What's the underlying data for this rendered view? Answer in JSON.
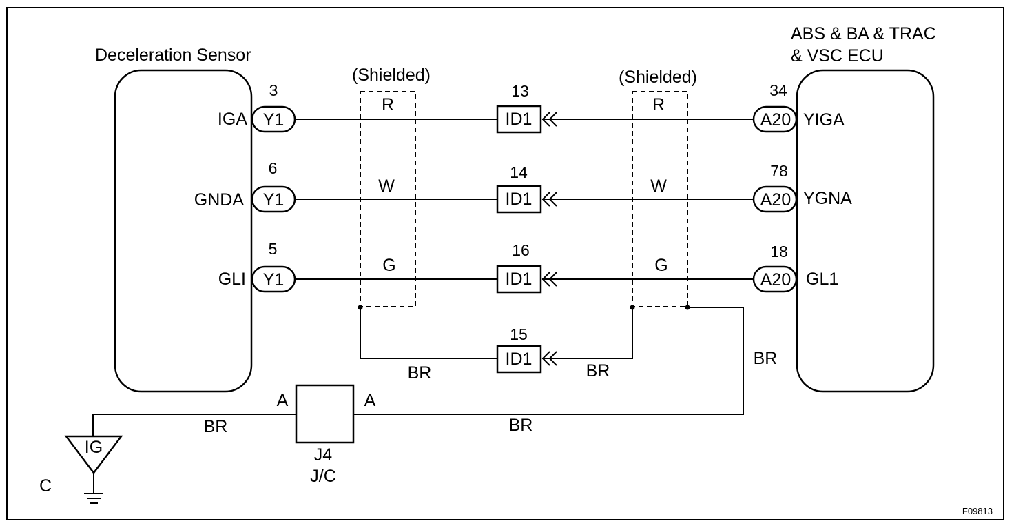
{
  "colors": {
    "line": "#000000",
    "background": "#ffffff"
  },
  "left_component": {
    "title": "Deceleration Sensor"
  },
  "right_component": {
    "title_line1": "ABS & BA & TRAC",
    "title_line2": "& VSC ECU"
  },
  "shield_label_left": "(Shielded)",
  "shield_label_right": "(Shielded)",
  "circuits": [
    {
      "left_terminal": "IGA",
      "left_pin": "3",
      "left_connector": "Y1",
      "wire_left": "R",
      "mid_pin": "13",
      "mid_connector": "ID1",
      "wire_right": "R",
      "right_pin": "34",
      "right_connector": "A20",
      "right_terminal": "YIGA"
    },
    {
      "left_terminal": "GNDA",
      "left_pin": "6",
      "left_connector": "Y1",
      "wire_left": "W",
      "mid_pin": "14",
      "mid_connector": "ID1",
      "wire_right": "W",
      "right_pin": "78",
      "right_connector": "A20",
      "right_terminal": "YGNA"
    },
    {
      "left_terminal": "GLI",
      "left_pin": "5",
      "left_connector": "Y1",
      "wire_left": "G",
      "mid_pin": "16",
      "mid_connector": "ID1",
      "wire_right": "G",
      "right_pin": "18",
      "right_connector": "A20",
      "right_terminal": "GL1"
    }
  ],
  "shield_drain": {
    "mid_pin": "15",
    "mid_connector": "ID1",
    "wire_left": "BR",
    "wire_right": "BR"
  },
  "ecu_ground_wire": "BR",
  "junction": {
    "name": "J4",
    "sub": "J/C",
    "pin_left": "A",
    "pin_right": "A",
    "wire_left": "BR",
    "wire_right": "BR"
  },
  "ground": {
    "label": "IG",
    "code": "C"
  },
  "figure_code": "F09813"
}
